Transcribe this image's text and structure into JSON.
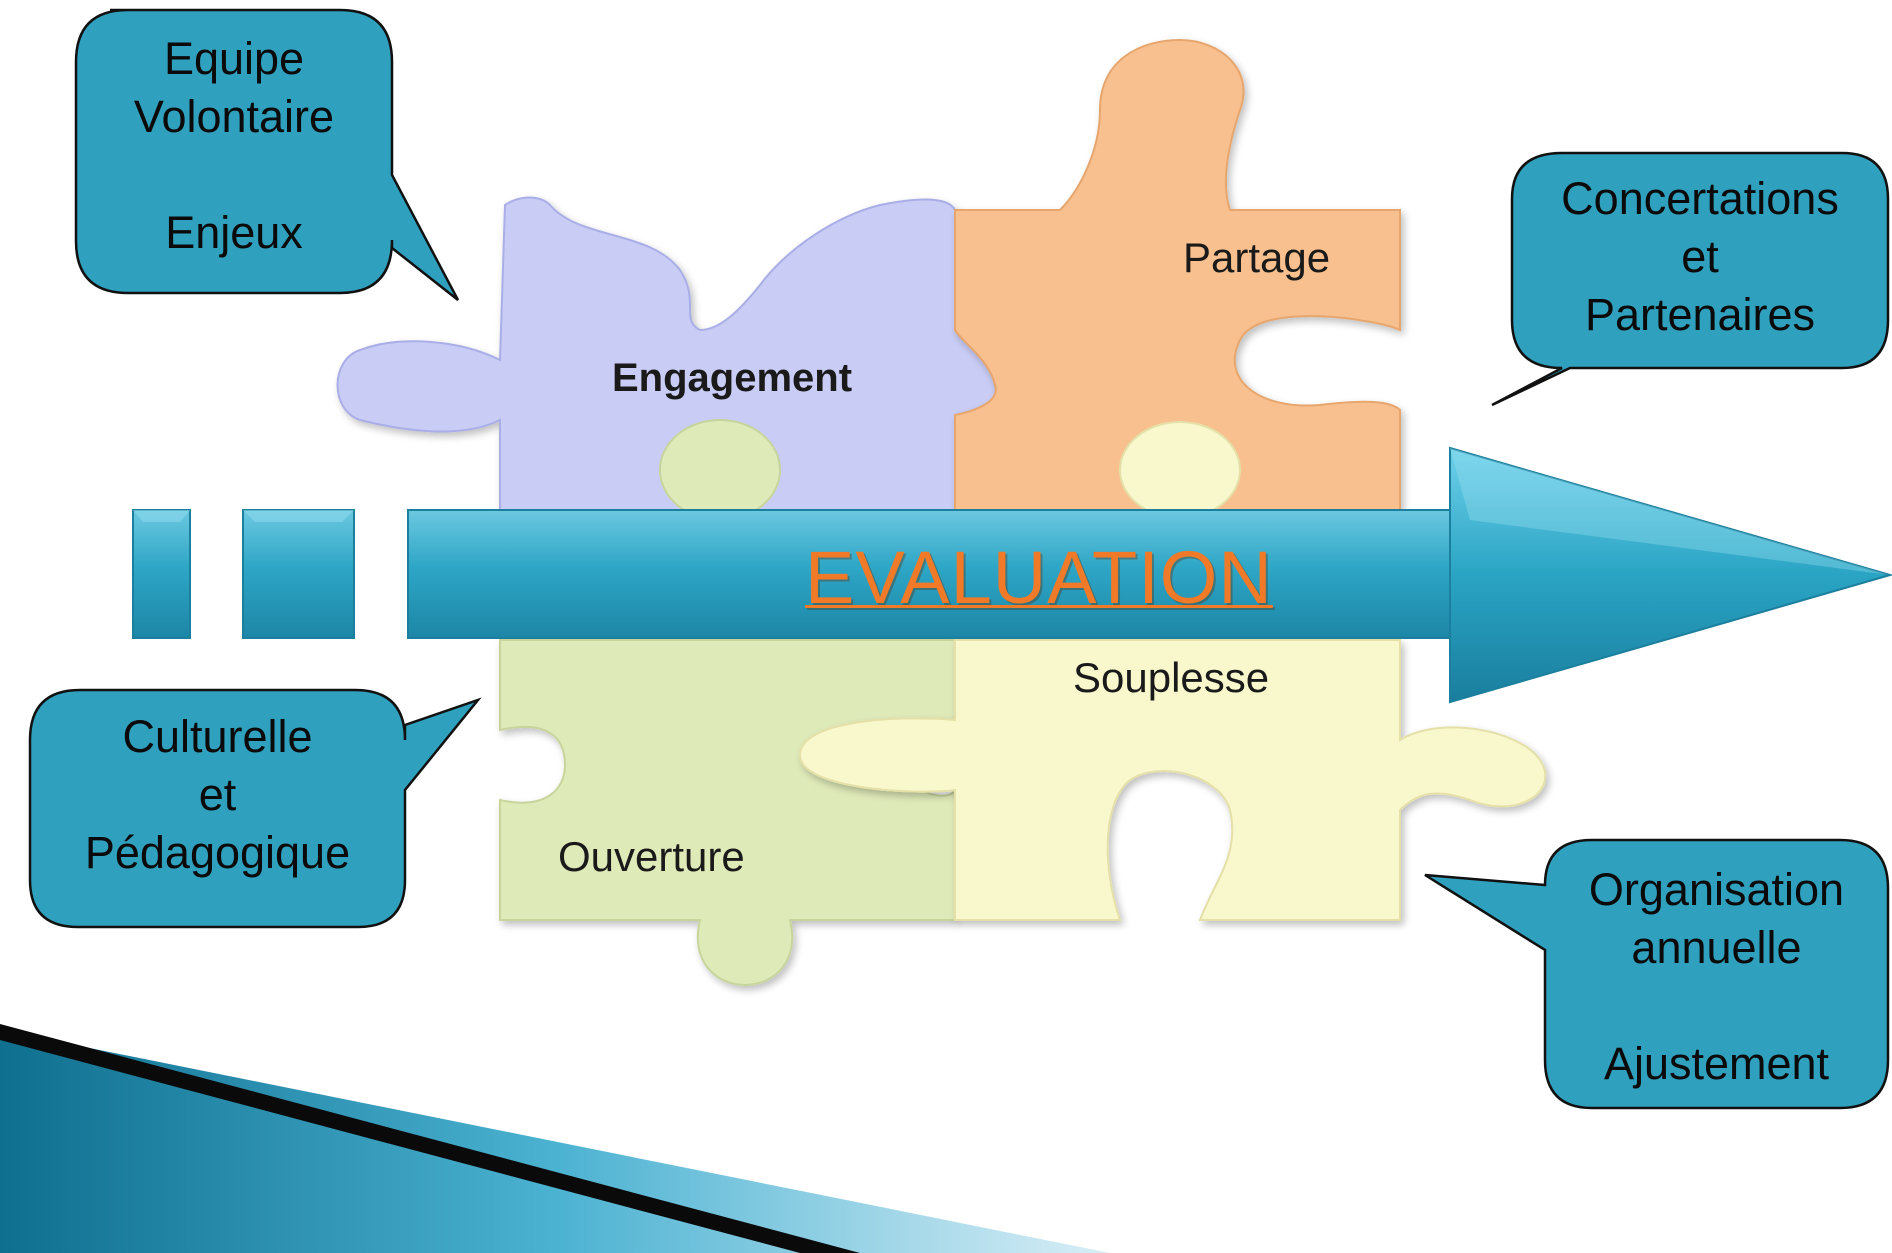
{
  "callouts": {
    "top_left": [
      "Equipe",
      "Volontaire",
      "",
      "Enjeux"
    ],
    "top_right": [
      "Concertations",
      "et",
      "Partenaires"
    ],
    "bottom_left": [
      "Culturelle",
      "et",
      "Pédagogique"
    ],
    "bottom_right": [
      "Organisation",
      "annuelle",
      "",
      "Ajustement"
    ]
  },
  "pieces": {
    "engagement": "Engagement",
    "partage": "Partage",
    "souplesse": "Souplesse",
    "ouverture": "Ouverture"
  },
  "arrow_label": "EVALUATION",
  "colors": {
    "callout_fill": "#2fa0bd",
    "arrow_fill": "#2aa4c4",
    "piece_engagement": "#c9ccf4",
    "piece_partage": "#f8c08e",
    "piece_souplesse": "#f9f7cc",
    "piece_ouverture": "#dfeab9",
    "arrow_label": "#f07a28"
  }
}
